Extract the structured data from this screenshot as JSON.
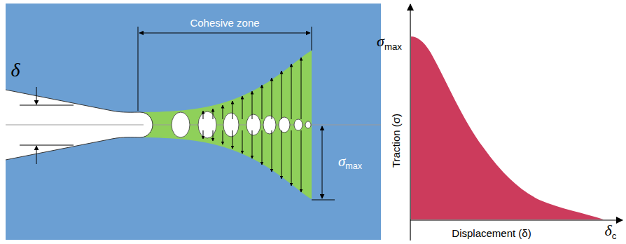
{
  "diagram": {
    "labels": [
      "δ",
      "Cohesive zone",
      "σmax",
      "σmax",
      "Traction (σ)",
      "Displacement (δ)",
      "δc"
    ]
  }
}
